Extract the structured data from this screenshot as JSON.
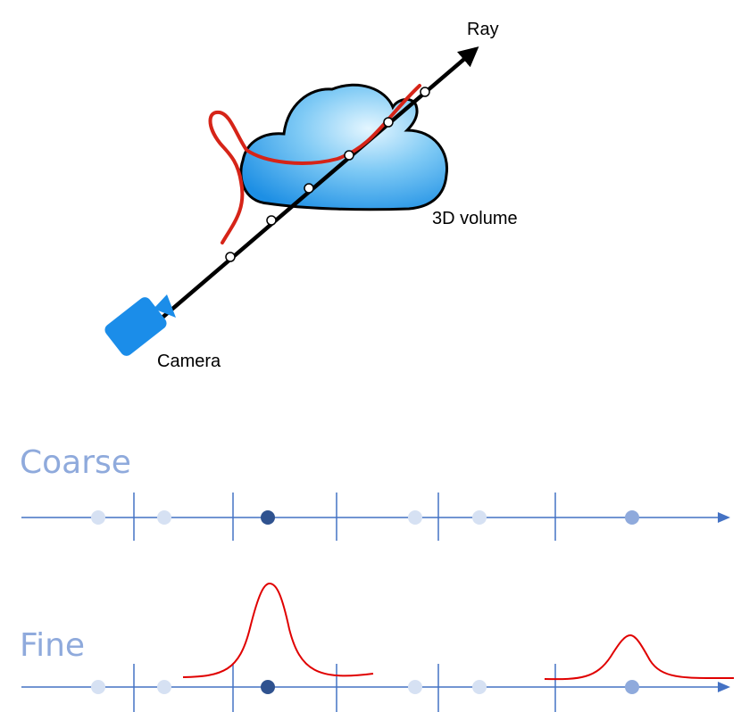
{
  "labels": {
    "ray": "Ray",
    "volume": "3D volume",
    "camera": "Camera",
    "coarse": "Coarse",
    "fine": "Fine"
  },
  "colors": {
    "cloud_edge": "#000000",
    "cloud_fill_light": "#dff3ff",
    "cloud_fill_dark": "#1d96e8",
    "density_curve": "#d62418",
    "camera": "#1b8de9",
    "axis": "#4472c4",
    "tick": "#4472c4",
    "sample_light": "#d6e1f3",
    "sample_mid": "#8faadc",
    "sample_dark": "#2f528f",
    "label_blue": "#8faadc"
  }
}
